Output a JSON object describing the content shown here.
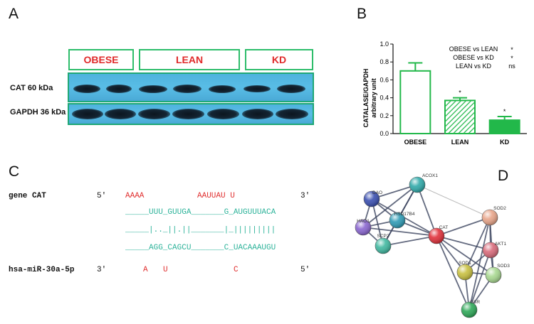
{
  "panels": {
    "a": "A",
    "b": "B",
    "c": "C",
    "d": "D"
  },
  "blot": {
    "groups": [
      "OBESE",
      "LEAN",
      "KD"
    ],
    "rows": [
      {
        "label": "CAT 60 kDa"
      },
      {
        "label": "GAPDH 36 kDa"
      }
    ]
  },
  "chart_data": {
    "type": "bar",
    "categories": [
      "OBESE",
      "LEAN",
      "KD"
    ],
    "values": [
      0.7,
      0.37,
      0.15
    ],
    "errors": [
      0.09,
      0.03,
      0.04
    ],
    "significance_marks": [
      "",
      "*",
      "*"
    ],
    "ylabel": "CATALASE/GAPDH arbitrary unit",
    "ylabel_lines": [
      "CATALASE/GAPDH",
      "arbitrary unit"
    ],
    "ylim": [
      0,
      1.0
    ],
    "yticks": [
      "0.0",
      "0.2",
      "0.4",
      "0.6",
      "0.8",
      "1.0"
    ],
    "comparisons": [
      {
        "label": "OBESE vs LEAN",
        "mark": "*"
      },
      {
        "label": "OBESE vs KD",
        "mark": "*"
      },
      {
        "label": "LEAN vs KD",
        "mark": "ns"
      }
    ],
    "colors": {
      "obese": "#22b84a",
      "lean": "#22b84a",
      "kd": "#22b84a"
    },
    "fills": [
      "none",
      "hatched",
      "solid"
    ]
  },
  "alignment": {
    "gene_label": "gene CAT",
    "mirna_label": "hsa-miR-30a-5p",
    "gene_5p": "5'",
    "gene_3p": "3'",
    "mirna_3p": "3'",
    "mirna_5p": "5'",
    "gene_unpaired_1": "AAAA",
    "gene_unpaired_2": "AAUUAU U",
    "line_gene_paired": "_____UUU_GUUGA_______G_AUGUUUACA",
    "line_pairs": "_____|.._||.||_______|_|||||||||",
    "line_mirna_paired": "_____AGG_CAGCU_______C_UACAAAUGU",
    "mirna_unpaired_1": "A",
    "mirna_unpaired_2": "U",
    "mirna_unpaired_3": "C"
  },
  "network": {
    "nodes": [
      {
        "id": "ACOX1",
        "color": "#2fa9a9"
      },
      {
        "id": "DAO",
        "color": "#3a4fb0"
      },
      {
        "id": "HSD17B4",
        "color": "#2e9bb5"
      },
      {
        "id": "HAO1",
        "color": "#8a66d0"
      },
      {
        "id": "SCP2",
        "color": "#40b8a0"
      },
      {
        "id": "CAT",
        "color": "#e0303a"
      },
      {
        "id": "SOD2",
        "color": "#e8a58a"
      },
      {
        "id": "AKT1",
        "color": "#d86a7a"
      },
      {
        "id": "SOD1",
        "color": "#c8c040"
      },
      {
        "id": "SOD3",
        "color": "#a8d890"
      },
      {
        "id": "GSR",
        "color": "#2ea858"
      }
    ]
  }
}
